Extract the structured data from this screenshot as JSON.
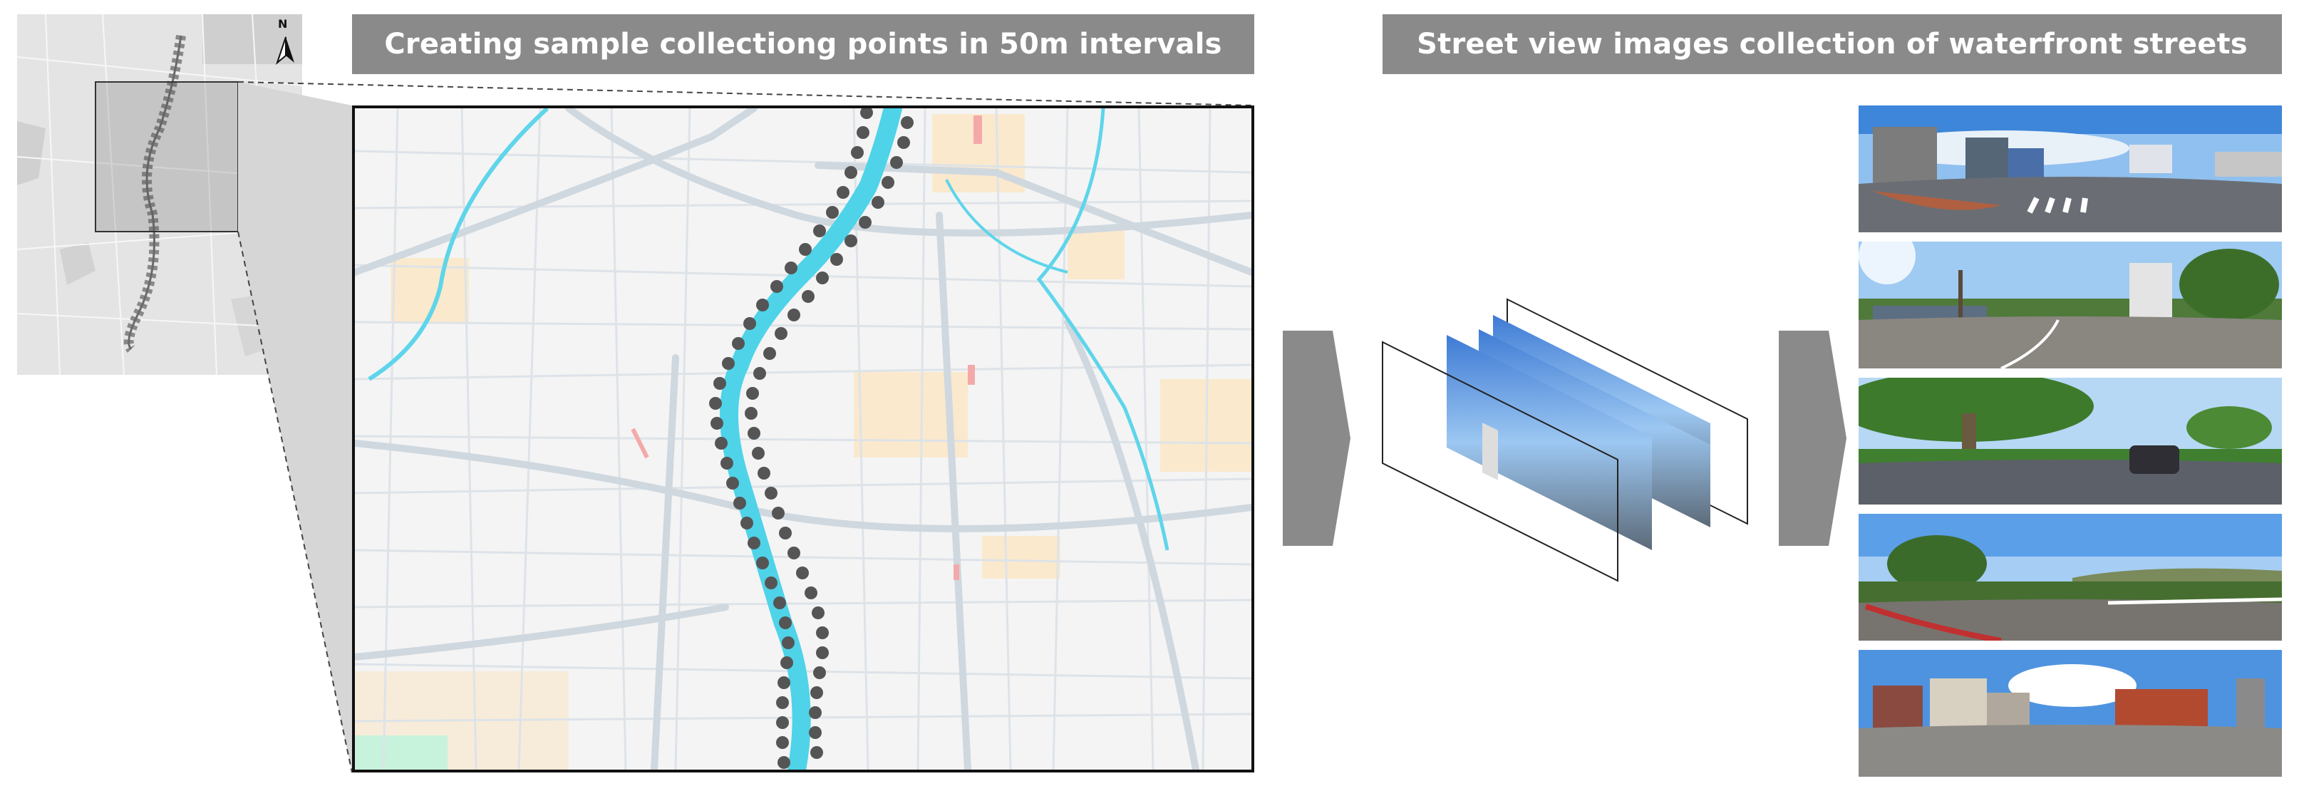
{
  "headers": {
    "sampling": "Creating sample collectiong points in 50m intervals",
    "collection": "Street view images collection of waterfront streets"
  },
  "overview_map": {
    "north_label": "N"
  },
  "sample_points": {
    "interval_m": 50
  },
  "colors": {
    "header_bg": "#8a8a8a",
    "river": "#4fd3e8",
    "sample_point": "#555555",
    "road": "#d6dde3",
    "arrow": "#8a8a8a"
  },
  "panoramas": [
    {
      "scene": "urban-intersection"
    },
    {
      "scene": "riverside-road-with-pond"
    },
    {
      "scene": "tree-lined-street"
    },
    {
      "scene": "grassy-riverside-path"
    },
    {
      "scene": "residential-street"
    }
  ]
}
